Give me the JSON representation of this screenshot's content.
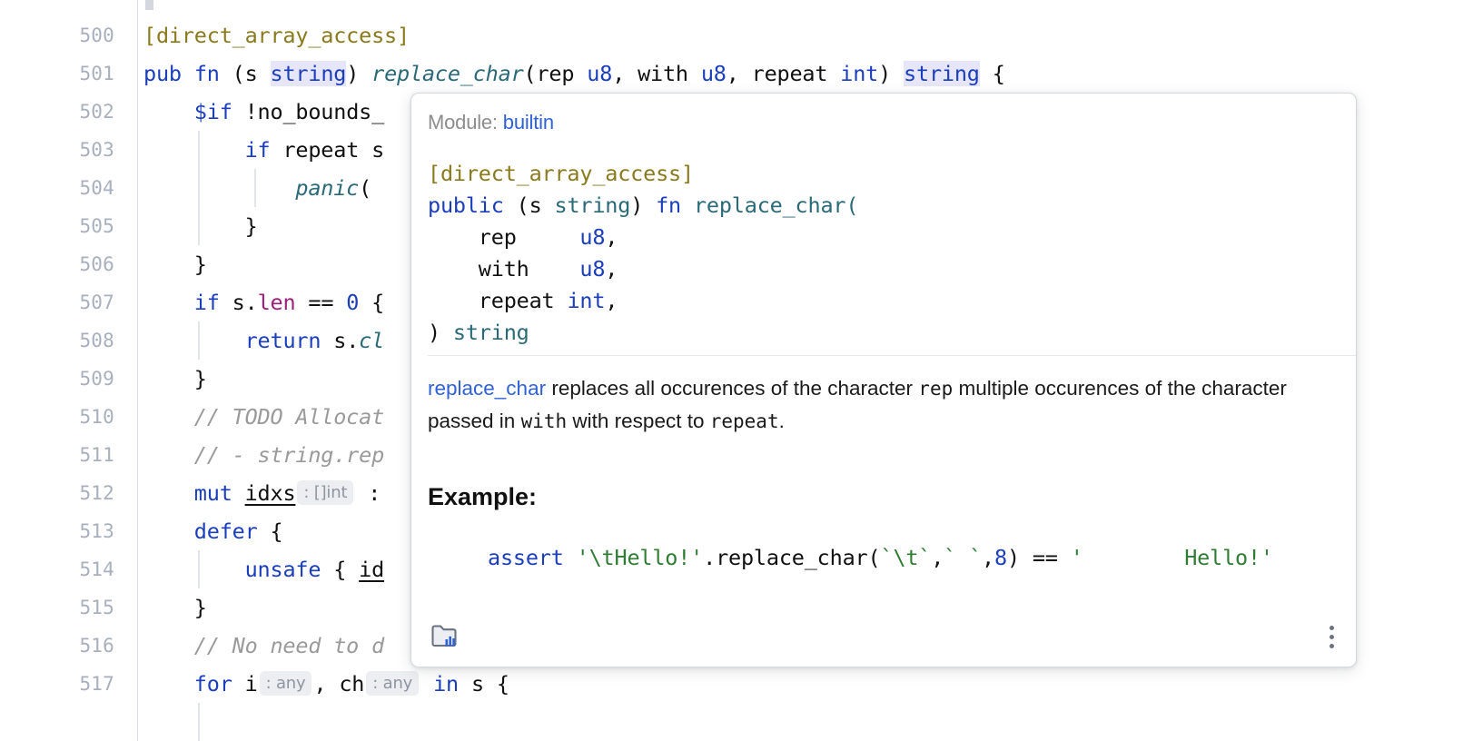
{
  "editor": {
    "line_numbers": [
      "500",
      "501",
      "502",
      "503",
      "504",
      "505",
      "506",
      "507",
      "508",
      "509",
      "510",
      "511",
      "512",
      "513",
      "514",
      "515",
      "516",
      "517"
    ],
    "lines": [
      {
        "num": "500",
        "text": "[direct_array_access]"
      },
      {
        "num": "501",
        "text": "pub fn (s string) replace_char(rep u8, with u8, repeat int) string {"
      },
      {
        "num": "502",
        "text": "    $if !no_bounds_"
      },
      {
        "num": "503",
        "text": "        if repeat s"
      },
      {
        "num": "504",
        "text": "            panic("
      },
      {
        "num": "505",
        "text": "        }"
      },
      {
        "num": "506",
        "text": "    }"
      },
      {
        "num": "507",
        "text": "    if s.len == 0 {"
      },
      {
        "num": "508",
        "text": "        return s.cl"
      },
      {
        "num": "509",
        "text": "    }"
      },
      {
        "num": "510",
        "text": "    // TODO Allocat"
      },
      {
        "num": "511",
        "text": "    // - string.rep"
      },
      {
        "num": "512",
        "text": "    mut idxs : []int  :"
      },
      {
        "num": "513",
        "text": "    defer {"
      },
      {
        "num": "514",
        "text": "        unsafe { id"
      },
      {
        "num": "515",
        "text": "    }"
      },
      {
        "num": "516",
        "text": "    // No need to d"
      },
      {
        "num": "517",
        "text": "    for i : any , ch : any  in s {"
      }
    ],
    "inlay_hints": [
      ": []int",
      ": any",
      ": any"
    ]
  },
  "doc_popup": {
    "module_label": "Module:",
    "module_name": "builtin",
    "signature": {
      "attribute": "[direct_array_access]",
      "line_public": "public",
      "receiver_open": " (s ",
      "receiver_type": "string",
      "receiver_close": ") ",
      "fn_kw": "fn",
      "fn_name": " replace_char(",
      "params": [
        {
          "name": "rep",
          "pad": "     ",
          "type": "u8",
          "comma": ","
        },
        {
          "name": "with",
          "pad": "    ",
          "type": "u8",
          "comma": ","
        },
        {
          "name": "repeat",
          "pad": " ",
          "type": "int",
          "comma": ","
        }
      ],
      "return_open": ") ",
      "return_type": "string"
    },
    "description": {
      "link": "replace_char",
      "part1": " replaces all occurences of the character ",
      "code1": "rep",
      "part2": " multiple occurences of the character passed in ",
      "code2": "with",
      "part3": " with respect to ",
      "code3": "repeat",
      "part4": "."
    },
    "example_heading": "Example:",
    "example": {
      "kw": "assert",
      "str1": " '\\tHello!'",
      "call": ".replace_char(",
      "str2": "`\\t`",
      "comma1": ",",
      "str3": "` `",
      "comma2": ",",
      "num": "8",
      "close": ") ",
      "eq": "== ",
      "str4": "'        Hello!'"
    },
    "footer": {
      "module_icon": "folder-module-icon",
      "menu_icon": "more-options-icon"
    }
  },
  "colors": {
    "keyword": "#1b3fbb",
    "attribute": "#8a7a1e",
    "type": "#2a6a78",
    "string": "#2f7d32",
    "comment": "#9a9a9a",
    "property": "#9c1f7a",
    "link": "#2f62d8",
    "highlight_bg": "#e6e6f8",
    "line_number": "#a8b0bd",
    "inlay_bg": "#eceef1",
    "inlay_text": "#8f96a1",
    "popup_border": "#d4d7dc"
  }
}
